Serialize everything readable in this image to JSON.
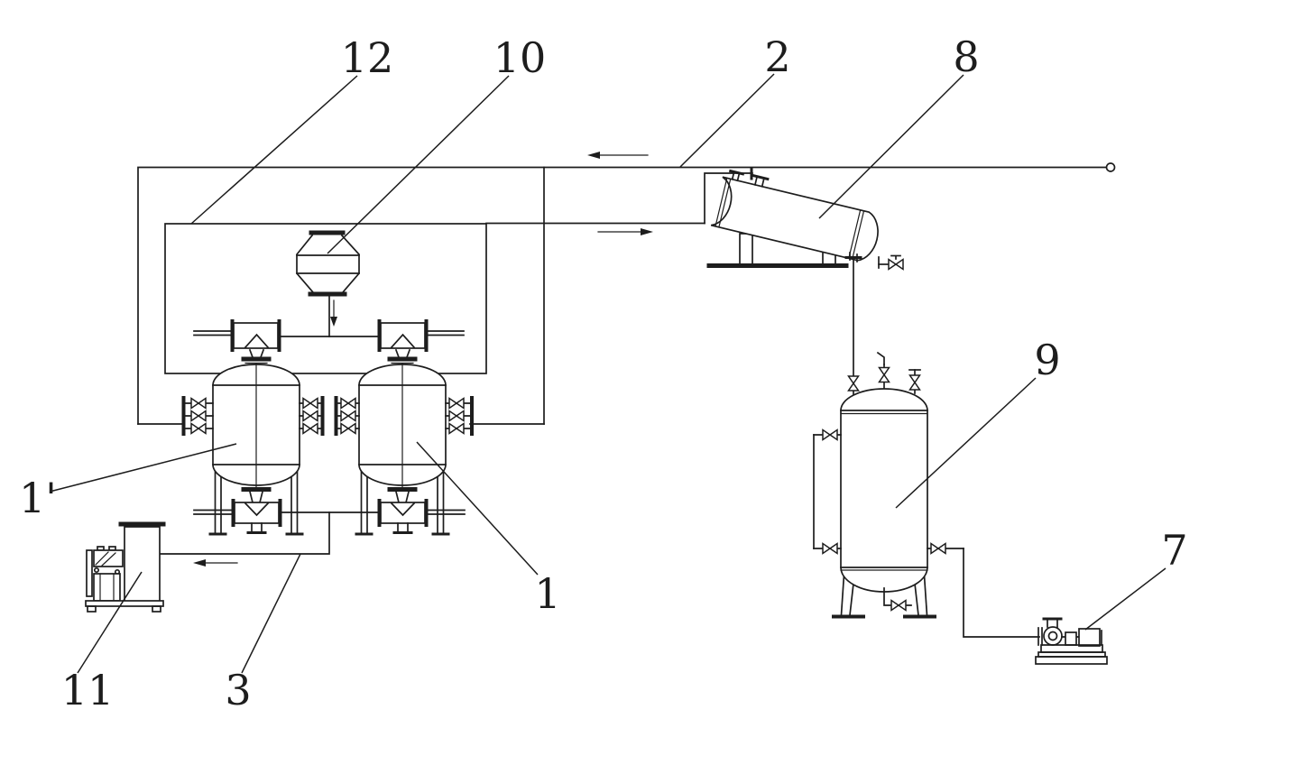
{
  "figure": {
    "kind": "process-flow-diagram",
    "colors": {
      "background": "#ffffff",
      "line": "#1d1d1d"
    }
  },
  "labels": {
    "item_1": "1",
    "item_1p": "1'",
    "item_2": "2",
    "item_3": "3",
    "item_7": "7",
    "item_8": "8",
    "item_9": "9",
    "item_10": "10",
    "item_11": "11",
    "item_12": "12"
  }
}
